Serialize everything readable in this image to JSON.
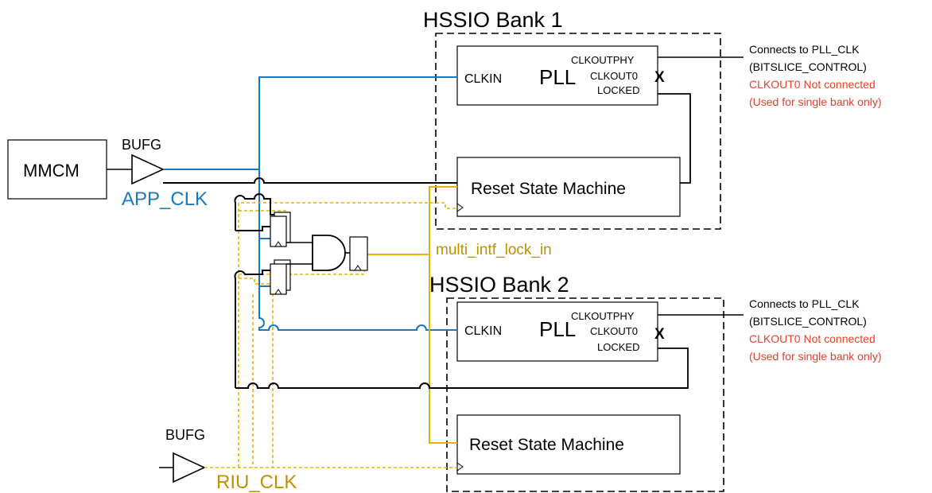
{
  "colors": {
    "black": "#000000",
    "blue": "#1a78c2",
    "gold": "#e8b200",
    "gold_text": "#c09000",
    "red": "#e8402a"
  },
  "bank1": {
    "title": "HSSIO Bank 1",
    "pll": {
      "name": "PLL",
      "clkin": "CLKIN",
      "clkoutphy": "CLKOUTPHY",
      "clkout0": "CLKOUT0",
      "locked": "LOCKED",
      "x_mark": "X"
    },
    "reset_sm": "Reset State Machine",
    "note": {
      "line1": "Connects to PLL_CLK",
      "line2": "(BITSLICE_CONTROL)",
      "line3": "CLKOUT0 Not connected",
      "line4": "(Used for single bank only)"
    }
  },
  "bank2": {
    "title": "HSSIO Bank 2",
    "pll": {
      "name": "PLL",
      "clkin": "CLKIN",
      "clkoutphy": "CLKOUTPHY",
      "clkout0": "CLKOUT0",
      "locked": "LOCKED",
      "x_mark": "X"
    },
    "reset_sm": "Reset State Machine",
    "note": {
      "line1": "Connects to PLL_CLK",
      "line2": "(BITSLICE_CONTROL)",
      "line3": "CLKOUT0 Not connected",
      "line4": "(Used for single bank only)"
    }
  },
  "mmcm": "MMCM",
  "bufg_top": "BUFG",
  "bufg_bottom": "BUFG",
  "app_clk": "APP_CLK",
  "riu_clk": "RIU_CLK",
  "lock_signal": "multi_intf_lock_in"
}
